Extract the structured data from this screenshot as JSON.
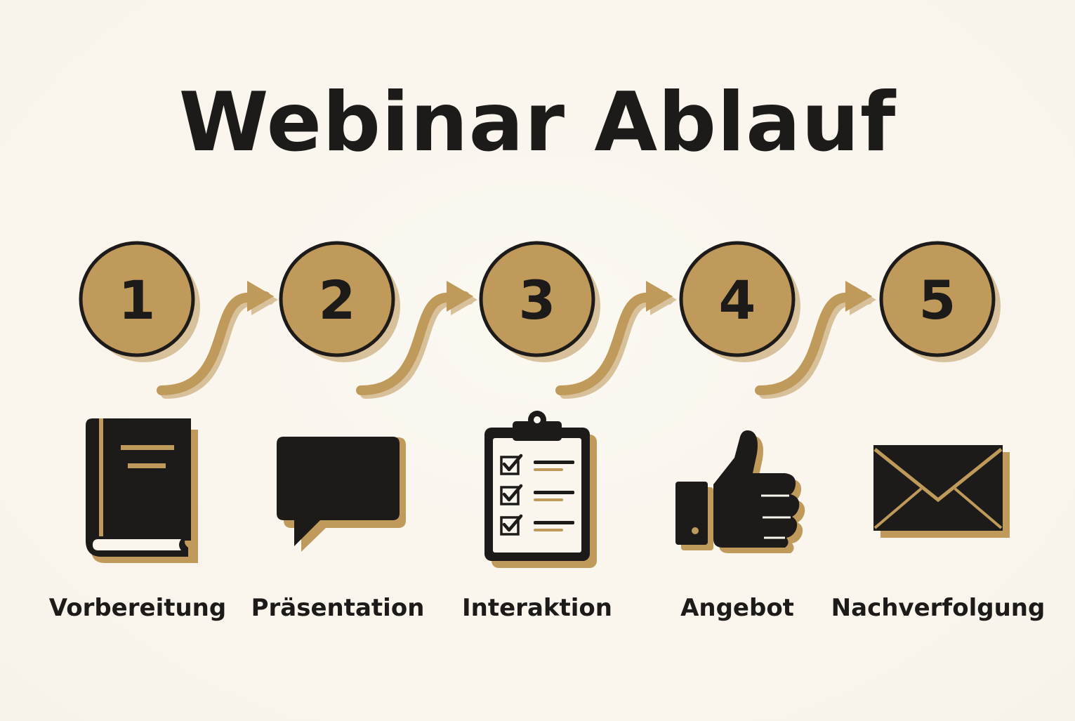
{
  "title": "Webinar Ablauf",
  "colors": {
    "background": "#faf6ee",
    "gold": "#bf9a5a",
    "gold_shadow": "#d8c09a",
    "ink": "#1d1b19"
  },
  "steps": [
    {
      "number": "1",
      "label": "Vorbereitung",
      "icon": "book-icon"
    },
    {
      "number": "2",
      "label": "Präsentation",
      "icon": "speech-bubble-icon"
    },
    {
      "number": "3",
      "label": "Interaktion",
      "icon": "clipboard-checklist-icon"
    },
    {
      "number": "4",
      "label": "Angebot",
      "icon": "thumbs-up-icon"
    },
    {
      "number": "5",
      "label": "Nachverfolgung",
      "icon": "envelope-icon"
    }
  ]
}
